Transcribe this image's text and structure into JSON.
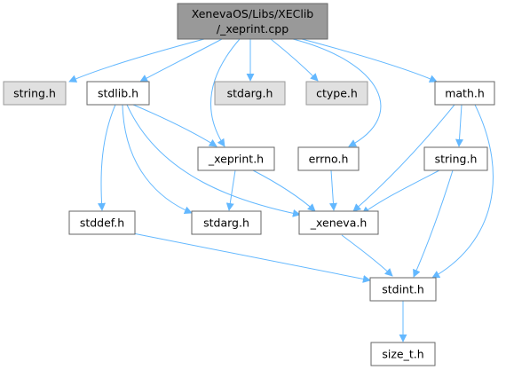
{
  "colors": {
    "edge": "#63b8ff",
    "node_border": "#666666",
    "root_fill": "#999999",
    "system_fill": "#e0e0e0",
    "local_fill": "#ffffff",
    "root_border": "#666666"
  },
  "nodes": {
    "root": {
      "line1": "XenevaOS/Libs/XEClib",
      "line2": "/_xeprint.cpp"
    },
    "string_sys": {
      "label": "string.h"
    },
    "stdlib": {
      "label": "stdlib.h"
    },
    "stdarg_sys": {
      "label": "stdarg.h"
    },
    "ctype_sys": {
      "label": "ctype.h"
    },
    "math": {
      "label": "math.h"
    },
    "xeprint": {
      "label": "_xeprint.h"
    },
    "errno": {
      "label": "errno.h"
    },
    "string_local": {
      "label": "string.h"
    },
    "stddef": {
      "label": "stddef.h"
    },
    "stdarg_local": {
      "label": "stdarg.h"
    },
    "xeneva": {
      "label": "_xeneva.h"
    },
    "stdint": {
      "label": "stdint.h"
    },
    "size_t": {
      "label": "size_t.h"
    }
  }
}
